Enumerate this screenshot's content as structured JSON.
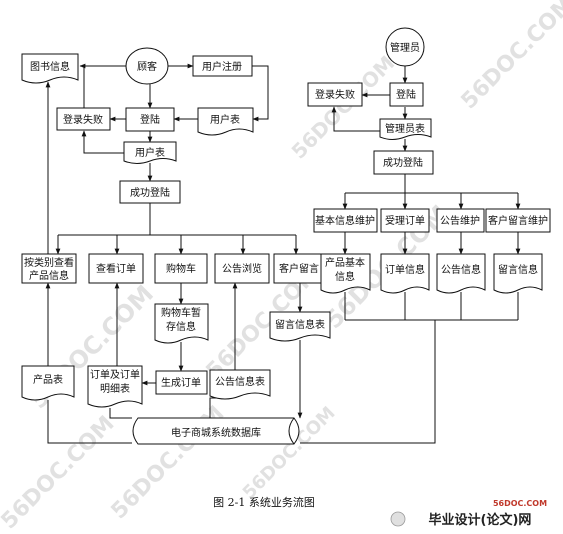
{
  "title": "图 2-1    系统业务流图",
  "nodes": {
    "book_info": "图书信息",
    "customer": "顾客",
    "user_register": "用户注册",
    "login_fail_left": "登录失败",
    "login_left": "登陆",
    "user_table_right": "用户表",
    "user_table": "用户表",
    "login_success_left": "成功登陆",
    "browse_by_category": "按类别查看产品信息",
    "view_order": "查看订单",
    "cart": "购物车",
    "notice_browse": "公告浏览",
    "customer_message": "客户留言",
    "cart_temp_info": "购物车暂存信息",
    "generate_order": "生成订单",
    "message_table": "留言信息表",
    "product_table": "产品表",
    "order_detail_table": "订单及订单明细表",
    "notice_table": "公告信息表",
    "database": "电子商城系统数据库",
    "admin": "管理员",
    "login_fail_right": "登录失败",
    "login_right": "登陆",
    "admin_table": "管理员表",
    "login_success_right": "成功登陆",
    "basic_info_maint": "基本信息维护",
    "accept_order": "受理订单",
    "notice_maint": "公告维护",
    "customer_message_maint": "客户留言维护",
    "product_basic_info": "产品基本信息",
    "order_info": "订单信息",
    "notice_info": "公告信息",
    "message_info": "留言信息"
  },
  "watermarks": [
    "56DOC.COM",
    "56DOC.COM",
    "56DOC.COM",
    "56DOC.COM",
    "56DOC.COM",
    "56DOC.COM",
    "56DOC.COM",
    "56DOC.COM"
  ],
  "logo": {
    "site": "56DOC.COM",
    "text": "毕业设计(论文)网"
  }
}
